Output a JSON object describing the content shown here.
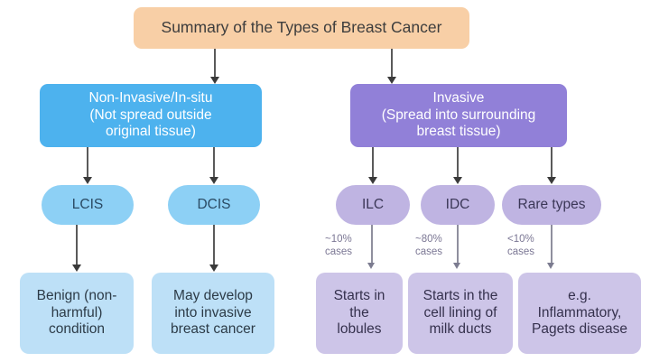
{
  "diagram": {
    "title": "Summary of the Types of Breast Cancer",
    "background_color": "#ffffff",
    "colors": {
      "title_box": "#f8cfa6",
      "non_invasive_banner": "#4db2ee",
      "invasive_banner": "#9180d8",
      "blue_oval": "#8dd0f5",
      "purple_oval": "#bfb4e2",
      "blue_leaf": "#bde0f7",
      "purple_leaf": "#cdc5e8",
      "connector": "#5a5a5a",
      "annotation_text": "#7b7794"
    },
    "branches": {
      "non_invasive": {
        "banner": "Non-Invasive/In-situ\n(Not spread outside\noriginal tissue)",
        "nodes": [
          {
            "label": "LCIS",
            "outcome": "Benign  (non-\nharmful)\ncondition"
          },
          {
            "label": "DCIS",
            "outcome": "May develop\ninto invasive\nbreast cancer"
          }
        ]
      },
      "invasive": {
        "banner": "Invasive\n(Spread into surrounding\nbreast tissue)",
        "nodes": [
          {
            "label": "ILC",
            "annotation": "~10%\ncases",
            "outcome": "Starts in\nthe\nlobules"
          },
          {
            "label": "IDC",
            "annotation": "~80%\ncases",
            "outcome": "Starts in the\ncell lining of\nmilk ducts"
          },
          {
            "label": "Rare types",
            "annotation": "<10%\ncases",
            "outcome": "e.g.\nInflammatory,\nPagets disease"
          }
        ]
      }
    }
  }
}
